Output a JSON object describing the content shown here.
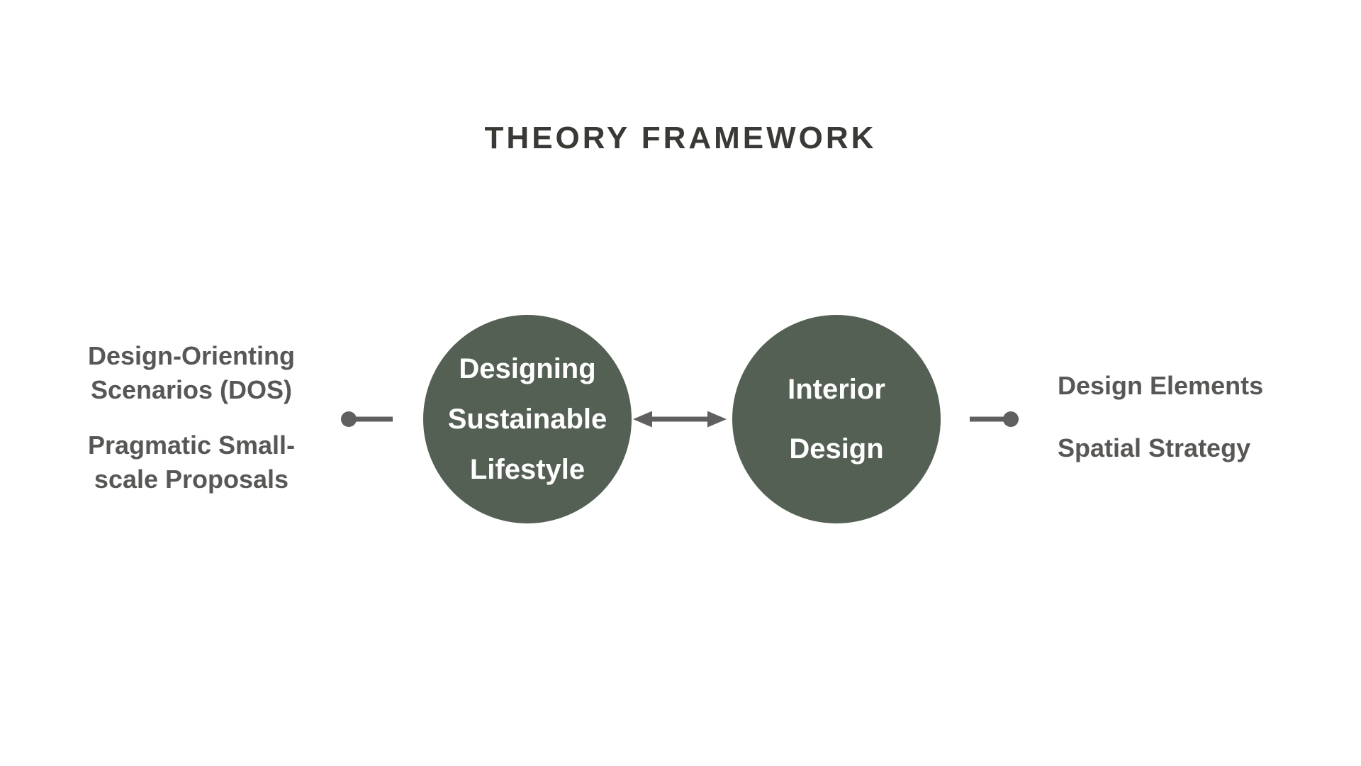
{
  "title": "THEORY FRAMEWORK",
  "colors": {
    "background": "#ffffff",
    "title_text": "#3b3936",
    "label_text": "#595755",
    "node_fill": "#556054",
    "node_text": "#ffffff",
    "connector": "#5f5f5f"
  },
  "left_notes": [
    {
      "lines": [
        "Design-Orienting",
        "Scenarios (DOS)"
      ]
    },
    {
      "lines": [
        "Pragmatic Small-",
        "scale Proposals"
      ]
    }
  ],
  "nodes": [
    {
      "id": "designing-sustainable-lifestyle",
      "lines": [
        "Designing",
        "Sustainable",
        "Lifestyle"
      ]
    },
    {
      "id": "interior-design",
      "lines": [
        "Interior",
        "Design"
      ]
    }
  ],
  "right_notes": [
    {
      "lines": [
        "Design Elements"
      ]
    },
    {
      "lines": [
        "Spatial Strategy"
      ]
    }
  ],
  "connectors": [
    {
      "type": "dot-endpoint-line",
      "side": "left",
      "links": "left notes to Designing Sustainable Lifestyle"
    },
    {
      "type": "double-headed-arrow",
      "between": [
        "designing-sustainable-lifestyle",
        "interior-design"
      ]
    },
    {
      "type": "line-dot-endpoint",
      "side": "right",
      "links": "Interior Design to right notes"
    }
  ]
}
